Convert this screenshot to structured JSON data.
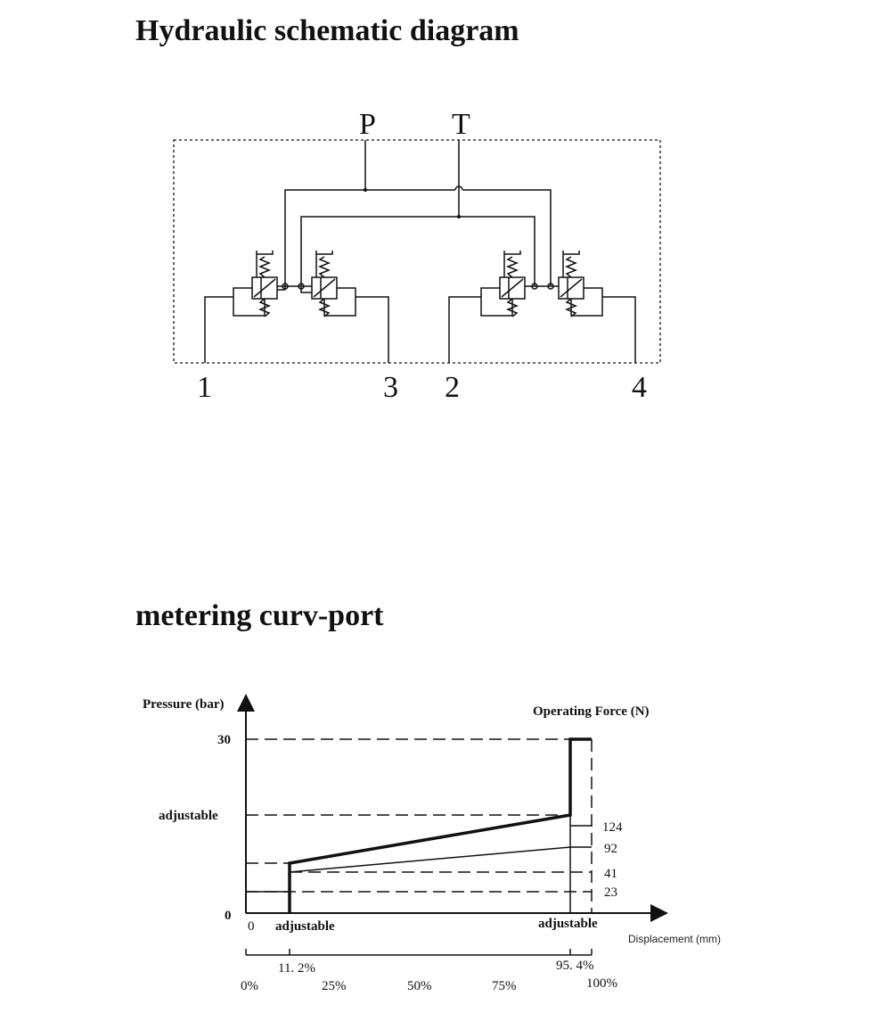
{
  "schematic": {
    "title": "Hydraulic schematic diagram",
    "ports": {
      "P": "P",
      "T": "T",
      "p1": "1",
      "p2": "2",
      "p3": "3",
      "p4": "4"
    }
  },
  "metering": {
    "title": "metering curv-port",
    "y_axis_label": "Pressure (bar)",
    "force_label": "Operating Force (N)",
    "x_axis_label": "Displacement (mm)",
    "y_ticks": {
      "v30": "30",
      "adjustable": "adjustable",
      "zero": "0"
    },
    "x_ticks": {
      "zero": "0",
      "adj_left": "adjustable",
      "adj_right": "adjustable"
    },
    "force_values": {
      "f124": "124",
      "f92": "92",
      "f41": "41",
      "f23": "23"
    },
    "percent_markers": {
      "p11": "11. 2%",
      "p95": "95. 4%"
    },
    "percent_scale": {
      "s0": "0%",
      "s25": "25%",
      "s50": "50%",
      "s75": "75%",
      "s100": "100%"
    }
  }
}
